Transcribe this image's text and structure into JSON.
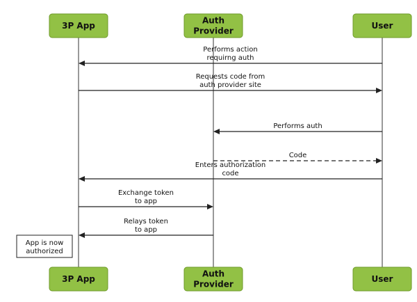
{
  "actors": [
    {
      "id": "app",
      "label": [
        "3P App"
      ]
    },
    {
      "id": "auth",
      "label": [
        "Auth",
        "Provider"
      ]
    },
    {
      "id": "user",
      "label": [
        "User"
      ]
    }
  ],
  "messages": [
    {
      "from": "user",
      "to": "app",
      "lines": [
        "Performs action",
        "requirng auth"
      ],
      "style": "solid"
    },
    {
      "from": "app",
      "to": "user",
      "lines": [
        "Requests code from",
        "auth provider site"
      ],
      "style": "solid"
    },
    {
      "from": "user",
      "to": "auth",
      "lines": [
        "Performs auth"
      ],
      "style": "solid"
    },
    {
      "from": "auth",
      "to": "user",
      "lines": [
        "Code"
      ],
      "style": "dashed"
    },
    {
      "from": "user",
      "to": "app",
      "lines": [
        "Enters authorization",
        "code"
      ],
      "style": "solid"
    },
    {
      "from": "app",
      "to": "auth",
      "lines": [
        "Exchange token",
        "to app"
      ],
      "style": "solid"
    },
    {
      "from": "auth",
      "to": "app",
      "lines": [
        "Relays token",
        "to app"
      ],
      "style": "solid"
    }
  ],
  "note": {
    "lines": [
      "App is now",
      "authorized"
    ]
  }
}
